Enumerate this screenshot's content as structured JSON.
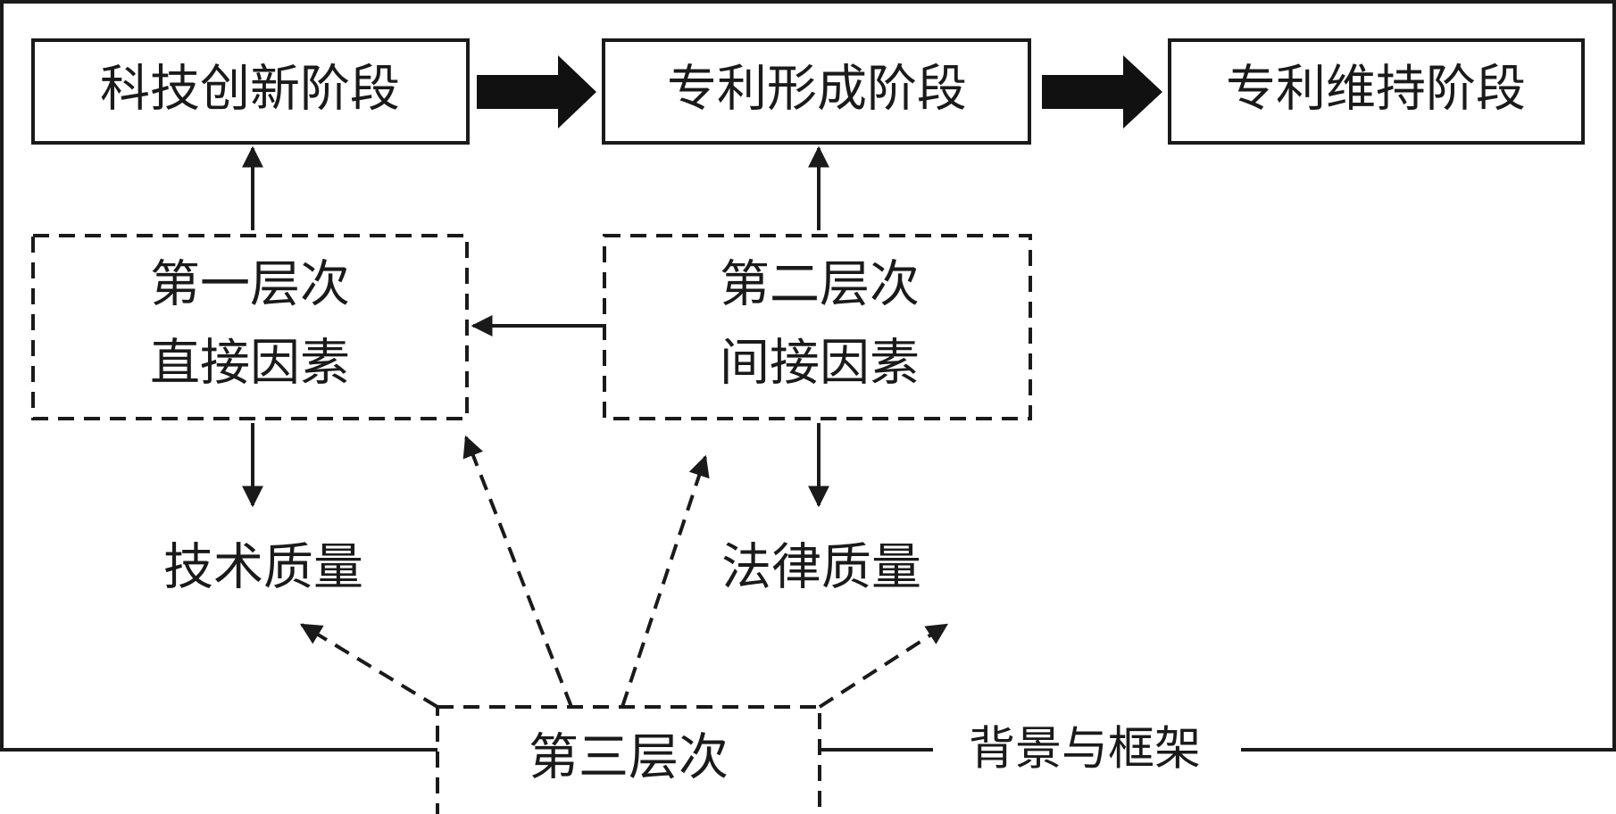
{
  "stages": {
    "innovation": "科技创新阶段",
    "formation": "专利形成阶段",
    "maintenance": "专利维持阶段"
  },
  "levels": {
    "first": {
      "title": "第一层次",
      "subtitle": "直接因素"
    },
    "second": {
      "title": "第二层次",
      "subtitle": "间接因素"
    },
    "third": {
      "title": "第三层次"
    }
  },
  "qualities": {
    "technical": "技术质量",
    "legal": "法律质量"
  },
  "frame_label": "背景与框架",
  "colors": {
    "stroke": "#1a1a1a",
    "background": "#ffffff"
  }
}
